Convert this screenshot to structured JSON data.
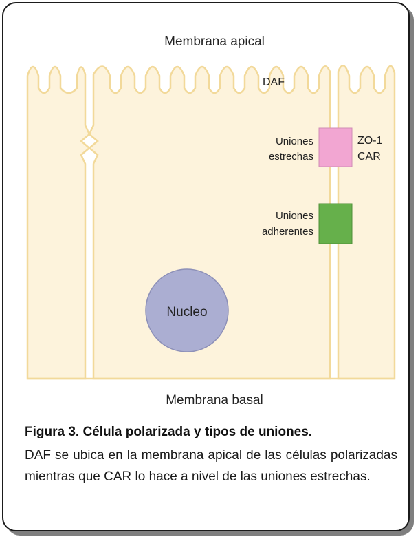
{
  "labels": {
    "apical": "Membrana apical",
    "daf": "DAF",
    "tight_junctions_line1": "Uniones",
    "tight_junctions_line2": "estrechas",
    "zo1": "ZO-1",
    "car": "CAR",
    "adherens_line1": "Uniones",
    "adherens_line2": "adherentes",
    "nucleus": "Nucleo",
    "basal": "Membrana basal"
  },
  "caption": {
    "title": "Figura 3. Célula polarizada y tipos de uniones.",
    "body": "DAF se ubica en la membrana apical de las células polarizadas mientras que CAR lo hace a nivel de las uniones estrechas."
  },
  "colors": {
    "cell_fill": "#fdf3dc",
    "membrane": "#f2d99a",
    "tight_junction": "#f2a6d2",
    "adherens_junction": "#66b04b",
    "nucleus": "#abaed2",
    "border": "#1b1b1b"
  }
}
